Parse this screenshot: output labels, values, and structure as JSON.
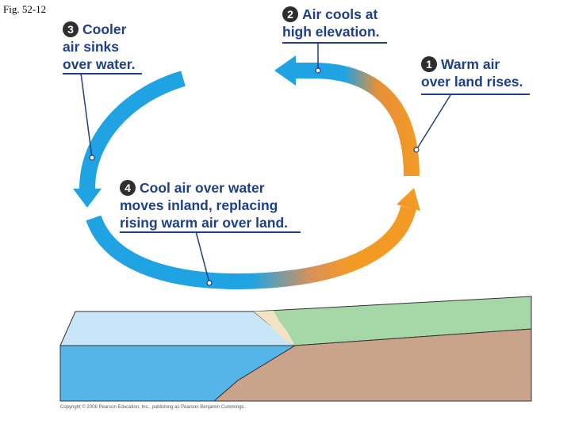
{
  "figure_label": "Fig. 52-12",
  "callouts": [
    {
      "number": "1",
      "lines": [
        "Warm air",
        "over land rises."
      ]
    },
    {
      "number": "2",
      "lines": [
        "Air cools at",
        "high elevation."
      ]
    },
    {
      "number": "3",
      "lines": [
        "Cooler",
        "air sinks",
        "over water."
      ]
    },
    {
      "number": "4",
      "lines": [
        "Cool air over water",
        "moves inland, replacing",
        "rising warm air over land."
      ]
    }
  ],
  "copyright": "Copyright © 2008 Pearson Education, Inc., publishing as Pearson Benjamin Cummings.",
  "colors": {
    "cool_air": "#1fa3e3",
    "warm_air": "#f39a25",
    "callout_text": "#1e3f8a",
    "water_surface": "#c8e6f8",
    "water_front": "#55b4e8",
    "land_top": "#a6d7a6",
    "land_front": "#c9a48a",
    "beach": "#f2e3c2"
  }
}
